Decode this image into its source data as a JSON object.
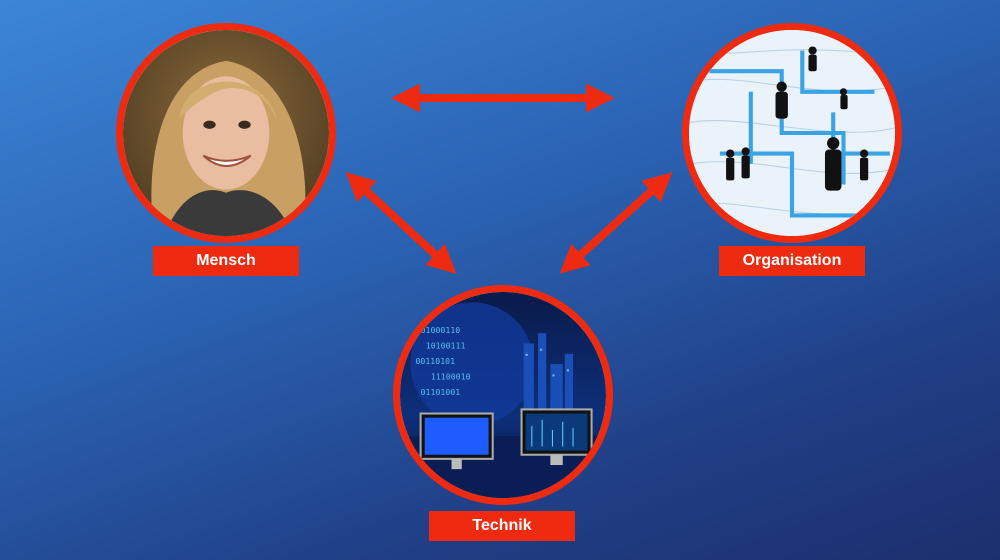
{
  "nodes": {
    "mensch": {
      "label": "Mensch",
      "image_icon": "woman-portrait-photo"
    },
    "organisation": {
      "label": "Organisation",
      "image_icon": "org-chart-silhouettes-photo"
    },
    "technik": {
      "label": "Technik",
      "image_icon": "technology-monitors-photo"
    }
  },
  "colors": {
    "accent": "#ee2b10",
    "background_top": "#3d86d6",
    "background_bottom": "#1d2f6e",
    "label_text": "#ffffff"
  },
  "arrows": [
    {
      "from": "mensch",
      "to": "organisation",
      "bidirectional": true
    },
    {
      "from": "mensch",
      "to": "technik",
      "bidirectional": true
    },
    {
      "from": "organisation",
      "to": "technik",
      "bidirectional": true
    }
  ]
}
